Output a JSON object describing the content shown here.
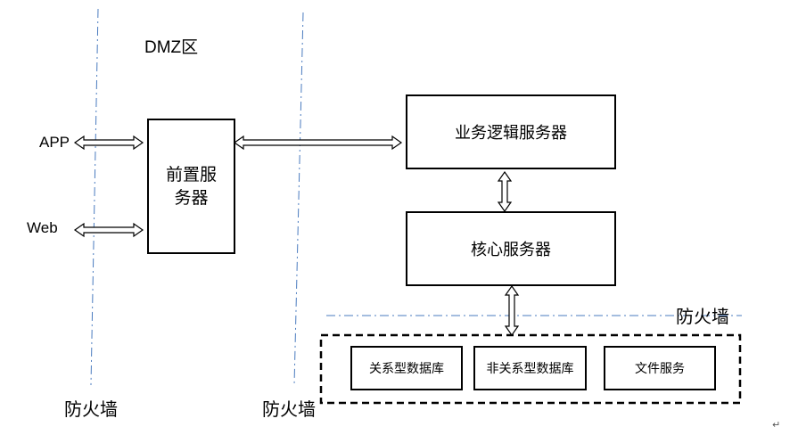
{
  "colors": {
    "firewall_line": "#4a7bbf",
    "stroke": "#000000",
    "background": "#ffffff"
  },
  "labels": {
    "dmz": "DMZ区",
    "app": "APP",
    "web": "Web",
    "firewall_left": "防火墙",
    "firewall_middle": "防火墙",
    "firewall_right": "防火墙",
    "return_mark": "↵"
  },
  "boxes": {
    "front_server": {
      "line1": "前置服",
      "line2": "务器"
    },
    "business_logic_server": "业务逻辑服务器",
    "core_server": "核心服务器"
  },
  "storage": {
    "items": [
      "关系型数据库",
      "非关系型数据库",
      "文件服务"
    ]
  }
}
